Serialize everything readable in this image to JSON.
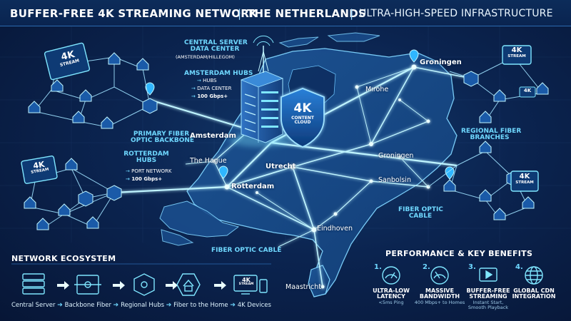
{
  "header": {
    "title": "BUFFER-FREE 4K STREAMING NETWORK",
    "separator": "|",
    "country": "THE NETHERLANDS",
    "subtitle": "ULTRA-HIGH-SPEED INFRASTRUCTURE"
  },
  "central": {
    "title_line1": "CENTRAL SERVER",
    "title_line2": "DATA CENTER",
    "location": "(AMSTERDAM/HILLEGOM)"
  },
  "amsterdam_hubs": {
    "title": "AMSTERDAM HUBS",
    "items": [
      "HUBS",
      "DATA CENTER",
      "100 Gbps+"
    ]
  },
  "rotterdam_hubs": {
    "title_line1": "ROTTERDAM",
    "title_line2": "HUBS",
    "items": [
      "PORT NETWORK",
      "100 Gbps+"
    ]
  },
  "primary_backbone": {
    "line1": "PRIMARY FIBER",
    "line2": "OPTIC BACKBONE"
  },
  "regional_branches": {
    "line1": "REGIONAL FIBER",
    "line2": "BRANCHES"
  },
  "fiber_optic_right": {
    "line1": "FIBER OPTIC",
    "line2": "CABLE"
  },
  "fiber_optic_bottom": "FIBER OPTIC CABLE",
  "shield": {
    "big": "4K",
    "line1": "CONTENT",
    "line2": "CLOUD"
  },
  "cities": {
    "amsterdam": "Amsterdam",
    "the_hague": "The Hague",
    "rotterdam": "Rotterdam",
    "utrecht": "Utrecht",
    "groningen_top": "Groningen",
    "groningen_mid": "Groningen",
    "mirohe": "Mırohe",
    "sanboisn": "Sanbolsin",
    "eindhoven": "Eindhoven",
    "maastricht": "Maastricht"
  },
  "stream_tiles": {
    "k4": "4K",
    "stream": "STREAM"
  },
  "ecosystem": {
    "heading": "NETWORK ECOSYSTEM",
    "steps": [
      "Central Server",
      "Backbone Fiber",
      "Regional Hubs",
      "Fiber to the Home",
      "4K Devices"
    ],
    "tile_label_4k": "4K",
    "tile_label_stream": "STREAM"
  },
  "benefits": {
    "heading": "PERFORMANCE & KEY BENEFITS",
    "items": [
      {
        "num": "1.",
        "title_line1": "ULTRA-LOW",
        "title_line2": "LATENCY",
        "sub_line1": "<5ms Ping",
        "sub_line2": ""
      },
      {
        "num": "2.",
        "title_line1": "MASSIVE",
        "title_line2": "BANDWIDTH",
        "sub_line1": "400 Mbps+ to Homes",
        "sub_line2": ""
      },
      {
        "num": "3.",
        "title_line1": "BUFFER-FREE",
        "title_line2": "STREAMING",
        "sub_line1": "Instant Start,",
        "sub_line2": "Smooth Playback"
      },
      {
        "num": "4.",
        "title_line1": "GLOBAL CDN",
        "title_line2": "INTEGRATION",
        "sub_line1": "",
        "sub_line2": ""
      }
    ]
  },
  "colors": {
    "glow": "#7fe6ff",
    "fiber": "#bff4ff",
    "land": "#184a86",
    "sea": "#0b2450",
    "accent": "#2fb6ff"
  }
}
